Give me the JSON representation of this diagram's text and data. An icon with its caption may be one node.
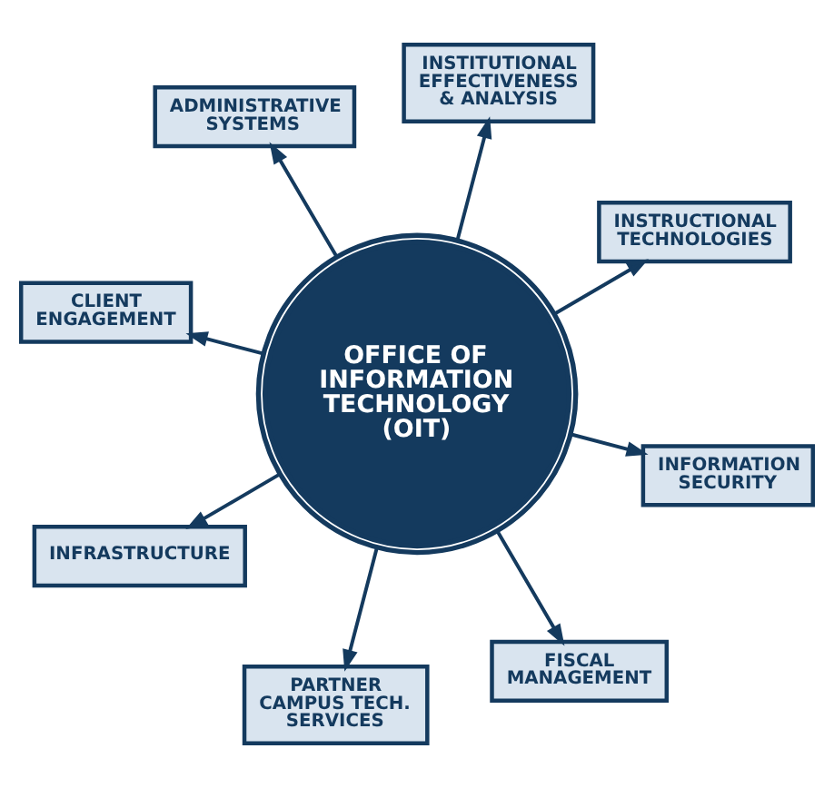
{
  "diagram": {
    "nodes": [
      {
        "text": [
          "OFFICE OF INFORMATION TECHNOLOGY (OIT)"
        ]
      },
      {
        "text": [
          "INSTITUTIONAL EFFECTIVENESS & ANALYSIS"
        ]
      },
      {
        "text": [
          "INSTRUCTIONAL TECHNOLOGIES"
        ]
      },
      {
        "text": [
          "INFORMATION SECURITY"
        ]
      },
      {
        "text": [
          "FISCAL MANAGEMENT"
        ]
      },
      {
        "text": [
          "PARTNER CAMPUS TECH. SERVICES"
        ]
      },
      {
        "text": [
          "INFRASTRUCTURE"
        ]
      },
      {
        "text": [
          "CLIENT ENGAGEMENT"
        ]
      },
      {
        "text": [
          "ADMINISTRATIVE SYSTEMS"
        ]
      }
    ],
    "edges": [
      {
        "from": 0,
        "to": 1,
        "arrow": "to"
      },
      {
        "from": 0,
        "to": 2,
        "arrow": "to"
      },
      {
        "from": 0,
        "to": 3,
        "arrow": "to"
      },
      {
        "from": 0,
        "to": 4,
        "arrow": "to"
      },
      {
        "from": 0,
        "to": 5,
        "arrow": "to"
      },
      {
        "from": 0,
        "to": 6,
        "arrow": "to"
      },
      {
        "from": 0,
        "to": 7,
        "arrow": "to"
      },
      {
        "from": 0,
        "to": 8,
        "arrow": "to"
      }
    ]
  }
}
